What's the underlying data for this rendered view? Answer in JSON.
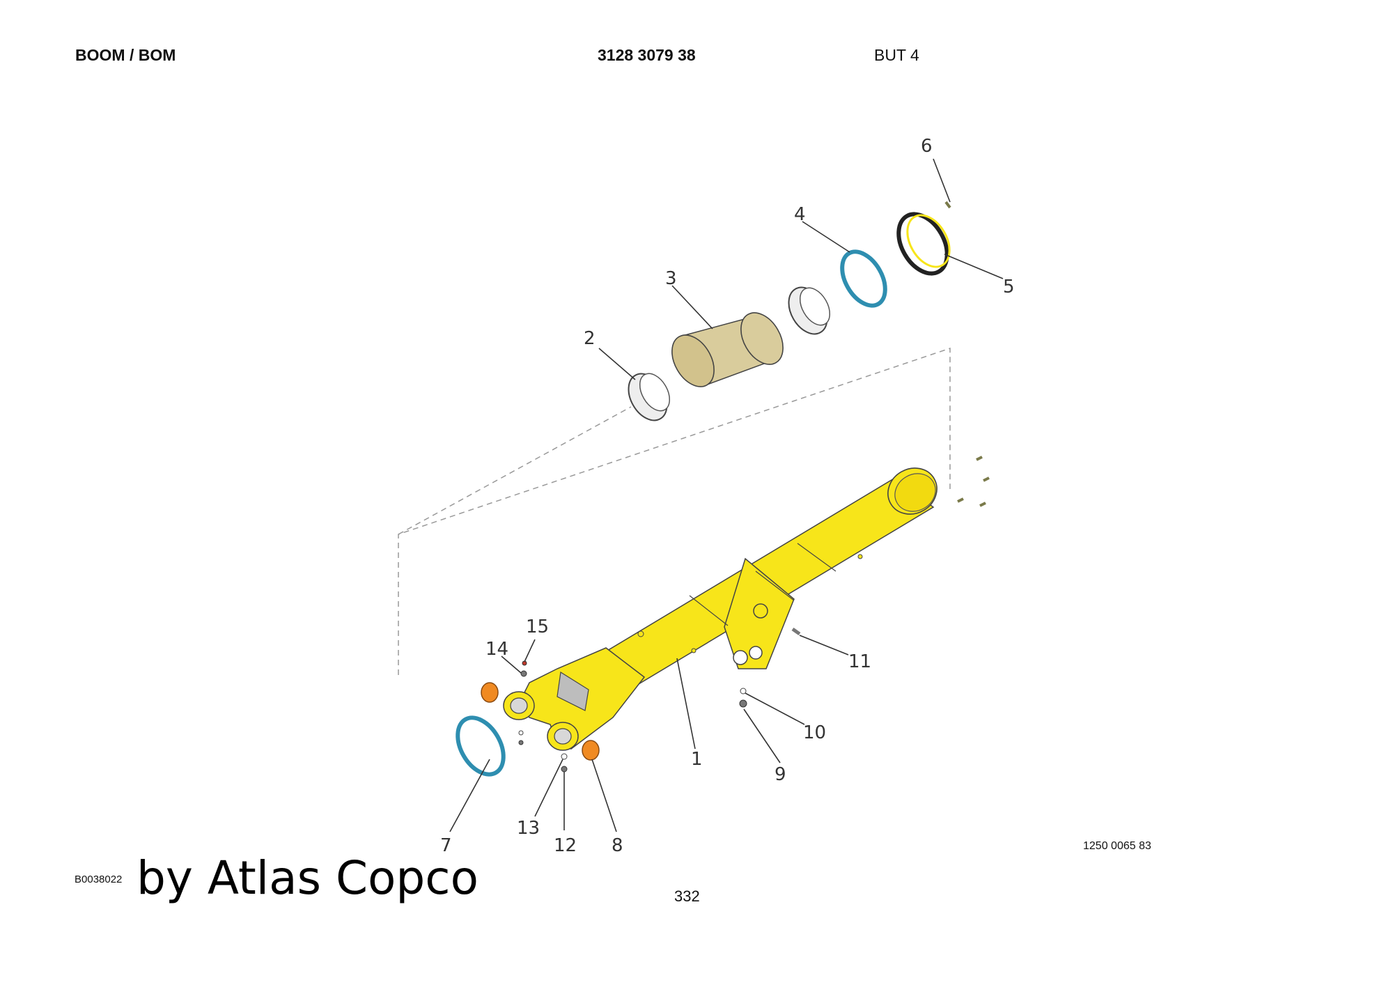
{
  "header": {
    "section_title": "BOOM / BOM",
    "part_number": "3128 3079 38",
    "variant": "BUT 4"
  },
  "drawing": {
    "callouts": [
      "1",
      "2",
      "3",
      "4",
      "5",
      "6",
      "7",
      "8",
      "9",
      "10",
      "11",
      "12",
      "13",
      "14",
      "15"
    ],
    "drawing_reference": "1250 0065 83"
  },
  "footer": {
    "code": "B0038022",
    "watermark": "by Atlas Copco",
    "page_number": "332"
  },
  "colors": {
    "body_yellow": "#f7e51a",
    "seal_blue": "#2e8eb0",
    "bushing_orange": "#f08a22",
    "bronze_tube": "#d9cc9c"
  }
}
